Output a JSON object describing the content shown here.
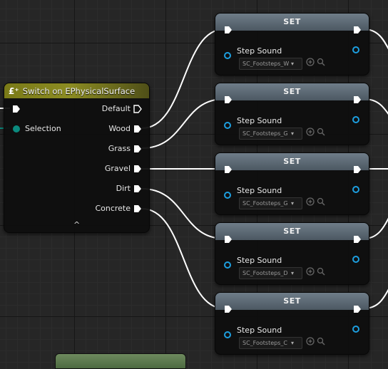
{
  "switch_node": {
    "title": "Switch on EPhysicalSurface",
    "icon": "switch-icon",
    "header_color": "#8c8c22",
    "input_pin": "Selection",
    "outputs": [
      "Default",
      "Wood",
      "Grass",
      "Gravel",
      "Dirt",
      "Concrete"
    ]
  },
  "set_nodes": [
    {
      "title": "SET",
      "variable": "Step Sound",
      "asset": "SC_Footsteps_W"
    },
    {
      "title": "SET",
      "variable": "Step Sound",
      "asset": "SC_Footsteps_G"
    },
    {
      "title": "SET",
      "variable": "Step Sound",
      "asset": "SC_Footsteps_G"
    },
    {
      "title": "SET",
      "variable": "Step Sound",
      "asset": "SC_Footsteps_D"
    },
    {
      "title": "SET",
      "variable": "Step Sound",
      "asset": "SC_Footsteps_C"
    }
  ],
  "colors": {
    "exec_wire": "#ffffff",
    "object_pin": "#1d9fe0",
    "enum_pin": "#0b8a7e",
    "set_header": "#5e6b76"
  }
}
